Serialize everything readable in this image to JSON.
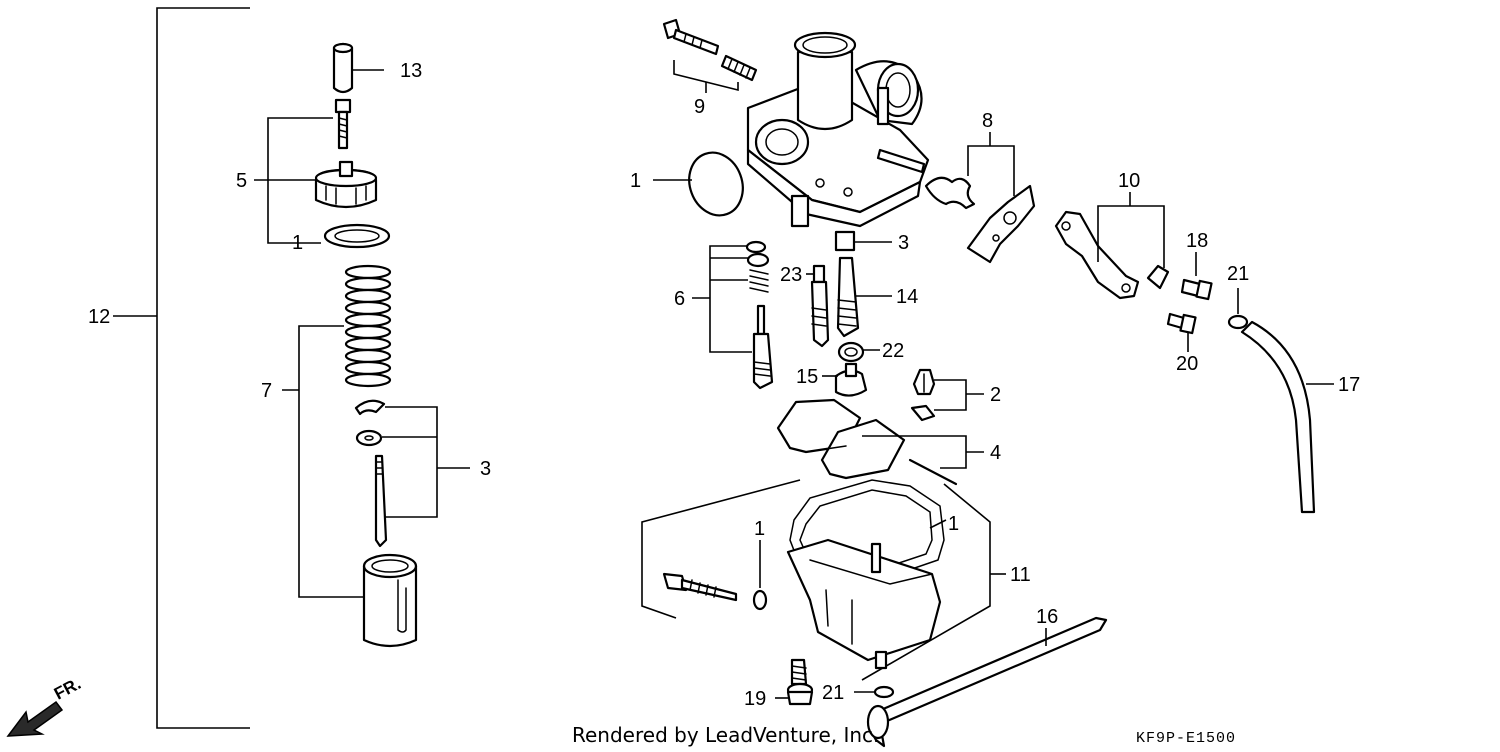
{
  "callouts": [
    "1",
    "2",
    "3",
    "4",
    "5",
    "6",
    "7",
    "8",
    "9",
    "10",
    "11",
    "12",
    "13",
    "14",
    "15",
    "16",
    "17",
    "18",
    "19",
    "20",
    "21",
    "22",
    "23"
  ],
  "direction_marker": "FR.",
  "credit": "Rendered by LeadVenture, Inc.",
  "diagram_code": "KF9P-E1500",
  "colors": {
    "ink": "#000000",
    "paper": "#ffffff"
  },
  "icons": [
    "front-direction-arrow-icon"
  ]
}
